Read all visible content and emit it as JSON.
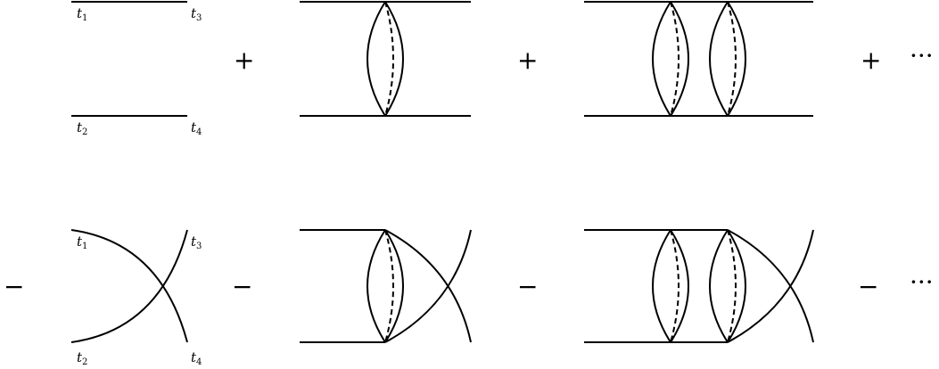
{
  "labels": {
    "t1": {
      "base": "t",
      "sub": "1"
    },
    "t2": {
      "base": "t",
      "sub": "2"
    },
    "t3": {
      "base": "t",
      "sub": "3"
    },
    "t4": {
      "base": "t",
      "sub": "4"
    }
  },
  "operators": {
    "plus": "+",
    "minus": "−",
    "ellipsis": "···"
  },
  "colors": {
    "line": "#000000",
    "background": "#ffffff"
  }
}
